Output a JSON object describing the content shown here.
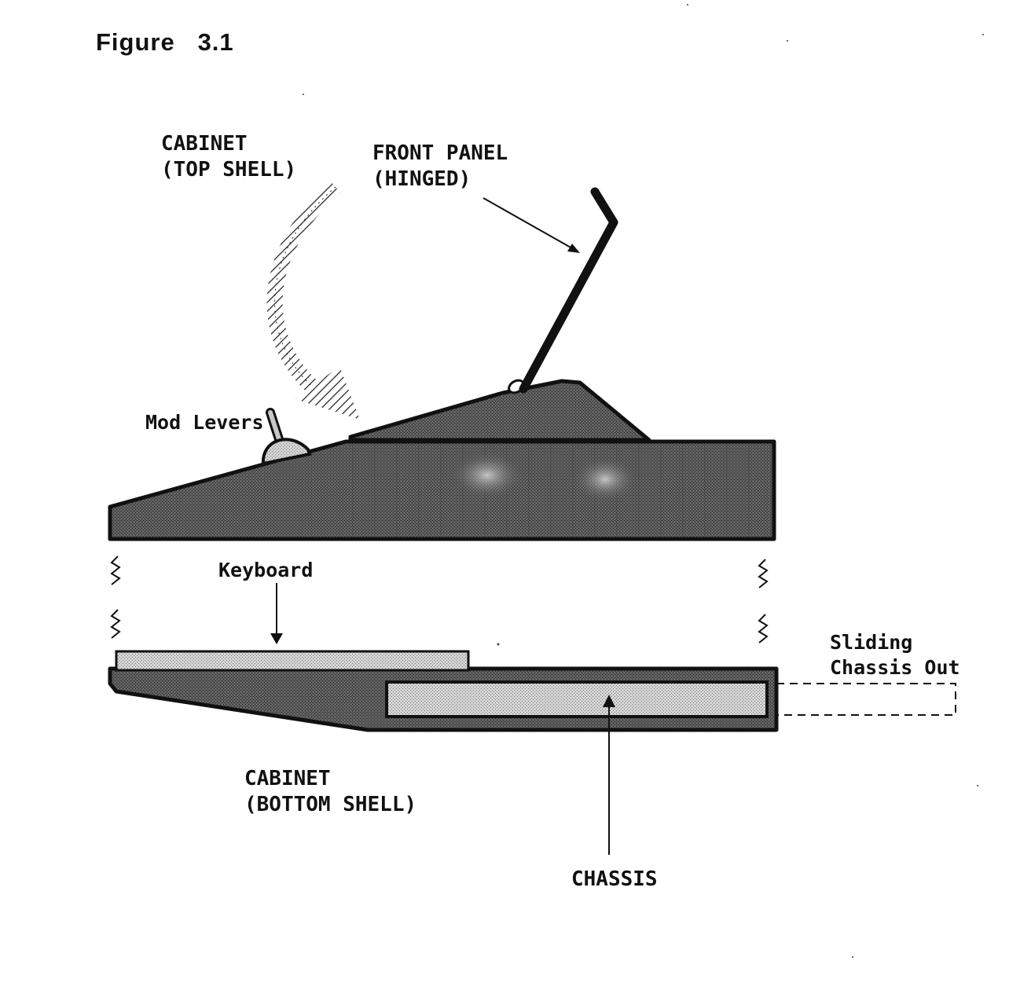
{
  "figure": {
    "title": "Figure   3.1"
  },
  "labels": {
    "cabinet_top_line1": "CABINET",
    "cabinet_top_line2": "(TOP SHELL)",
    "front_panel_line1": "FRONT PANEL",
    "front_panel_line2": "(HINGED)",
    "mod_levers": "Mod Levers",
    "keyboard": "Keyboard",
    "sliding_line1": "Sliding",
    "sliding_line2": "Chassis Out",
    "cabinet_bottom_line1": "CABINET",
    "cabinet_bottom_line2": "(BOTTOM SHELL)",
    "chassis": "CHASSIS"
  },
  "colors": {
    "ink": "#111111",
    "shell_fill": "#5c5c5c",
    "shell_light": "#8a8a8a",
    "keyboard_fill": "#c8c8c8",
    "chassis_fill": "#d6d6d6",
    "background": "#ffffff"
  }
}
